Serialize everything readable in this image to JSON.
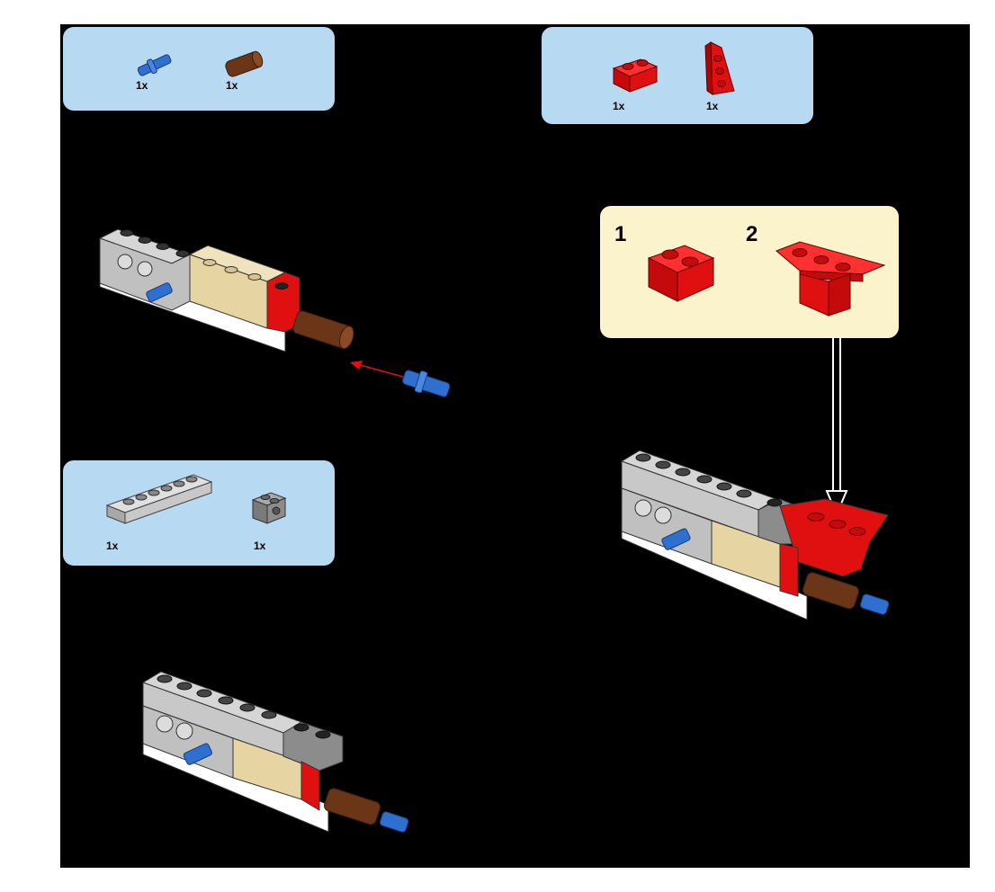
{
  "parts_lists": [
    {
      "items": [
        {
          "part": "blue-axle-pin",
          "qty": "1x"
        },
        {
          "part": "brown-axle-connector",
          "qty": "1x"
        }
      ]
    },
    {
      "items": [
        {
          "part": "red-brick-1x2",
          "qty": "1x"
        },
        {
          "part": "red-wedge-plate",
          "qty": "1x"
        }
      ]
    },
    {
      "items": [
        {
          "part": "light-gray-brick-1x6",
          "qty": "1x"
        },
        {
          "part": "dark-gray-technic-brick-1x2",
          "qty": "1x"
        }
      ]
    }
  ],
  "subassembly": {
    "steps": [
      "1",
      "2"
    ]
  },
  "colors": {
    "page": "#000000",
    "parts_box": "#b7d9f1",
    "subassembly_box": "#fbf3cc",
    "red": "#e01010",
    "blue": "#2f6fd0",
    "brown": "#6b3518",
    "tan": "#e6d4a2",
    "light_gray": "#c8c8c8",
    "dark_gray": "#8c8c8c"
  }
}
